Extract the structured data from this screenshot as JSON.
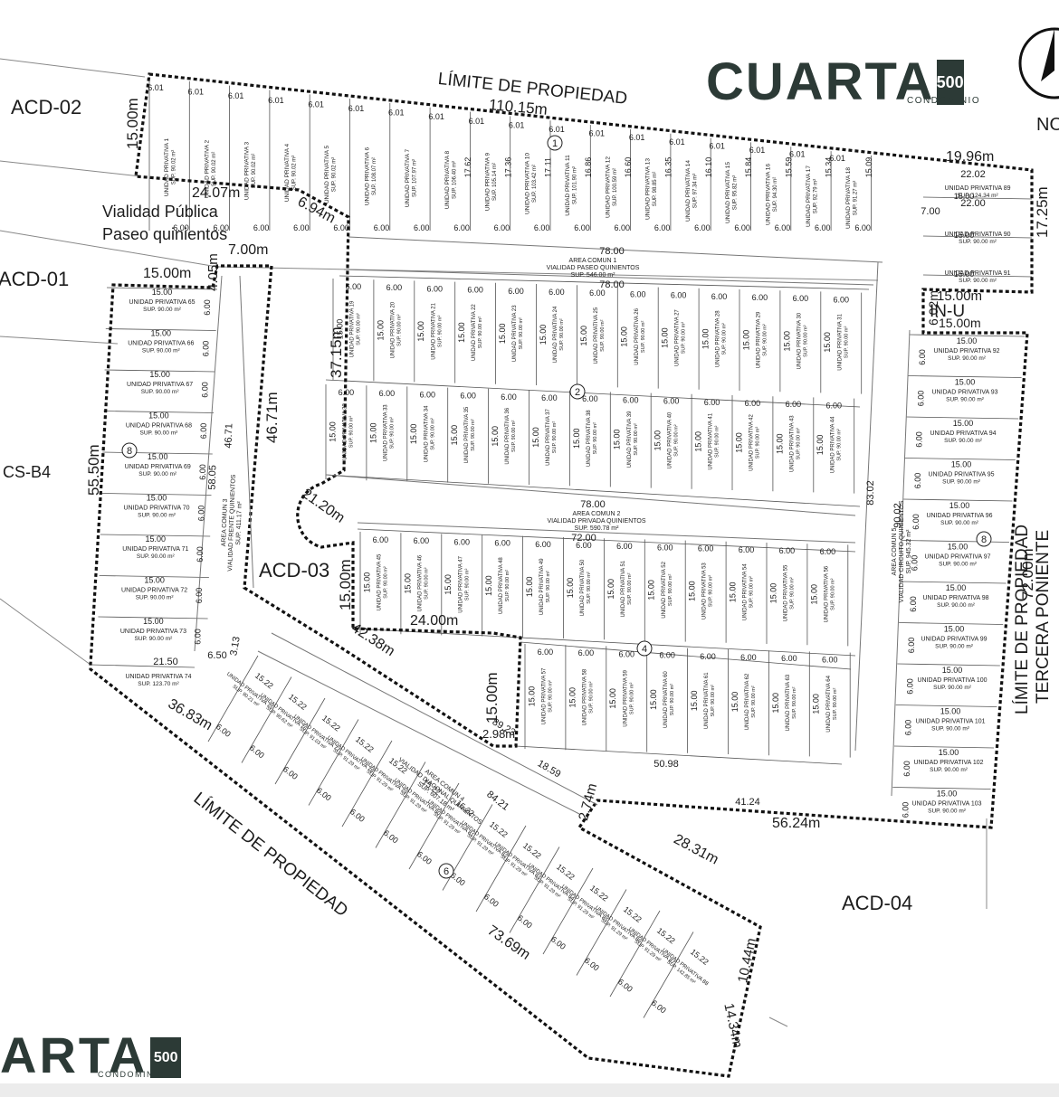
{
  "brand": {
    "name_main": "CUARTA",
    "name_partial": "ARTA",
    "number": "500",
    "tagline": "CONDOMINIO",
    "north_label": "NO"
  },
  "labels": {
    "boundary_top": "LÍMITE DE PROPIEDAD",
    "boundary_bottom": "LÍMITE DE PROPIEDAD",
    "boundary_right": "LÍMITE DE PROPIEDAD",
    "street_right": "TERCERA PONIENTE",
    "public_road_1": "Vialidad Pública",
    "public_road_2": "Paseo quinientos",
    "acd_02": "ACD-02",
    "acd_01": "ACD-01",
    "acd_03": "ACD-03",
    "acd_04": "ACD-04",
    "cs_b4": "CS-B4",
    "in_u": "IN-U"
  },
  "dimensions": {
    "top_length": "110.15m",
    "left_top": "15.00m",
    "top_notch_1": "24.07m",
    "top_notch_2": "6.94m",
    "road_width": "7.00m",
    "west_top": "15.00m",
    "west_notch": "4.05m",
    "west_side": "55.50m",
    "inner_west": "46.71m",
    "inner_curve_side": "37.15m",
    "curve": "21.20m",
    "acd03_side": "15.00m",
    "acd03_bottom": "24.00m",
    "diag": "42.38m",
    "acd03_lower": "15.00m",
    "small": "2.98m",
    "sw_side": "36.83m",
    "south_diag": "73.69m",
    "se_small": "2.74m",
    "se_diag": "28.31m",
    "east_bottom": "56.24m",
    "ne_top": "19.96m",
    "ne_side": "17.25m",
    "inu_width": "15.00m",
    "inu_height": "6.02m",
    "inu_bottom": "15.00m",
    "east_side": "72.00m",
    "tip_a": "10.44m",
    "tip_b": "14.34m"
  },
  "common_areas": [
    {
      "title": "AREA COMUN 1",
      "desc": "VIALIDAD PASEO QUINIENTOS",
      "sup": "SUP. 546.00 m²"
    },
    {
      "title": "AREA COMUN 2",
      "desc": "VIALIDAD PRIVADA QUINIENTOS",
      "sup": "SUP. 590.78 m²"
    },
    {
      "title": "AREA COMUN 3",
      "desc": "VIALIDAD FRENTE QUINIENTOS",
      "sup": "SUP. 411.17 m²"
    },
    {
      "title": "AREA COMUN 4",
      "desc": "VIALIDAD DIAGONAL QUINIENTOS",
      "sup": "SUP. 607.18 m²"
    },
    {
      "title": "AREA COMUN 5",
      "desc": "VIALIDAD CIRCUITO QUINIENTOS",
      "sup": "SUP. 945.32 m²"
    }
  ],
  "road_measures": {
    "r1_a": "78.00",
    "r1_b": "78.00",
    "r2_a": "78.00",
    "r2_b": "72.00",
    "r3_len": "58.05",
    "r3_len2": "46.71",
    "r5_a": "90.02",
    "r5_b": "83.02",
    "r4_a": "89.23",
    "r4_b": "84.21",
    "r4_c": "18.59",
    "bottom_mid": "50.98",
    "east_low": "41.24",
    "left_bottom": "21.50",
    "small_a": "6.50",
    "small_b": "3.13",
    "ne_a": "22.02",
    "ne_b": "22.00",
    "ne_c": "7.00"
  },
  "circle_tags": [
    "1",
    "2",
    "4",
    "6",
    "8",
    "8"
  ],
  "units_top": [
    {
      "label": "UNIDAD PRIVATIVA 1",
      "sup": "SUP. 90.02 m²"
    },
    {
      "label": "UNIDAD PRIVATIVA 2",
      "sup": "SUP. 90.02 m²"
    },
    {
      "label": "UNIDAD PRIVATIVA 3",
      "sup": "SUP. 90.02 m²"
    },
    {
      "label": "UNIDAD PRIVATIVA 4",
      "sup": "SUP. 90.02 m²"
    },
    {
      "label": "UNIDAD PRIVATIVA 5",
      "sup": "SUP. 90.02 m²"
    },
    {
      "label": "UNIDAD PRIVATIVA 6",
      "sup": "SUP. 108.07 m²"
    },
    {
      "label": "UNIDAD PRIVATIVA 7",
      "sup": "SUP. 107.97 m²"
    },
    {
      "label": "UNIDAD PRIVATIVA 8",
      "sup": "SUP. 106.40 m²"
    },
    {
      "label": "UNIDAD PRIVATIVA 9",
      "sup": "SUP. 105.14 m²"
    },
    {
      "label": "UNIDAD PRIVATIVA 10",
      "sup": "SUP. 103.42 m²"
    },
    {
      "label": "UNIDAD PRIVATIVA 11",
      "sup": "SUP. 101.90 m²"
    },
    {
      "label": "UNIDAD PRIVATIVA 12",
      "sup": "SUP. 100.59 m²"
    },
    {
      "label": "UNIDAD PRIVATIVA 13",
      "sup": "SUP. 98.85 m²"
    },
    {
      "label": "UNIDAD PRIVATIVA 14",
      "sup": "SUP. 97.34 m²"
    },
    {
      "label": "UNIDAD PRIVATIVA 15",
      "sup": "SUP. 95.82 m²"
    },
    {
      "label": "UNIDAD PRIVATIVA 16",
      "sup": "SUP. 94.30 m²"
    },
    {
      "label": "UNIDAD PRIVATIVA 17",
      "sup": "SUP. 92.79 m²"
    },
    {
      "label": "UNIDAD PRIVATIVA 18",
      "sup": "SUP. 91.27 m²"
    }
  ],
  "units_row2": [
    "UNIDAD PRIVATIVA 19",
    "UNIDAD PRIVATIVA 20",
    "UNIDAD PRIVATIVA 21",
    "UNIDAD PRIVATIVA 22",
    "UNIDAD PRIVATIVA 23",
    "UNIDAD PRIVATIVA 24",
    "UNIDAD PRIVATIVA 25",
    "UNIDAD PRIVATIVA 26",
    "UNIDAD PRIVATIVA 27",
    "UNIDAD PRIVATIVA 28",
    "UNIDAD PRIVATIVA 29",
    "UNIDAD PRIVATIVA 30",
    "UNIDAD PRIVATIVA 31"
  ],
  "units_row3": [
    "UNIDAD PRIVATIVA 32",
    "UNIDAD PRIVATIVA 33",
    "UNIDAD PRIVATIVA 34",
    "UNIDAD PRIVATIVA 35",
    "UNIDAD PRIVATIVA 36",
    "UNIDAD PRIVATIVA 37",
    "UNIDAD PRIVATIVA 38",
    "UNIDAD PRIVATIVA 39",
    "UNIDAD PRIVATIVA 40",
    "UNIDAD PRIVATIVA 41",
    "UNIDAD PRIVATIVA 42",
    "UNIDAD PRIVATIVA 43",
    "UNIDAD PRIVATIVA 44"
  ],
  "units_row4": [
    "UNIDAD PRIVATIVA 45",
    "UNIDAD PRIVATIVA 46",
    "UNIDAD PRIVATIVA 47",
    "UNIDAD PRIVATIVA 48",
    "UNIDAD PRIVATIVA 49",
    "UNIDAD PRIVATIVA 50",
    "UNIDAD PRIVATIVA 51",
    "UNIDAD PRIVATIVA 52",
    "UNIDAD PRIVATIVA 53",
    "UNIDAD PRIVATIVA 54",
    "UNIDAD PRIVATIVA 55",
    "UNIDAD PRIVATIVA 56"
  ],
  "units_row5": [
    "UNIDAD PRIVATIVA 57",
    "UNIDAD PRIVATIVA 58",
    "UNIDAD PRIVATIVA 59",
    "UNIDAD PRIVATIVA 60",
    "UNIDAD PRIVATIVA 61",
    "UNIDAD PRIVATIVA 62",
    "UNIDAD PRIVATIVA 63",
    "UNIDAD PRIVATIVA 64"
  ],
  "row_sup": "SUP. 90.00 m²",
  "units_west": [
    {
      "label": "UNIDAD PRIVATIVA 65",
      "sup": "SUP. 90.00 m²"
    },
    {
      "label": "UNIDAD PRIVATIVA 66",
      "sup": "SUP. 90.00 m²"
    },
    {
      "label": "UNIDAD PRIVATIVA 67",
      "sup": "SUP. 90.00 m²"
    },
    {
      "label": "UNIDAD PRIVATIVA 68",
      "sup": "SUP. 90.00 m²"
    },
    {
      "label": "UNIDAD PRIVATIVA 69",
      "sup": "SUP. 90.00 m²"
    },
    {
      "label": "UNIDAD PRIVATIVA 70",
      "sup": "SUP. 90.00 m²"
    },
    {
      "label": "UNIDAD PRIVATIVA 71",
      "sup": "SUP. 90.00 m²"
    },
    {
      "label": "UNIDAD PRIVATIVA 72",
      "sup": "SUP. 90.00 m²"
    },
    {
      "label": "UNIDAD PRIVATIVA 73",
      "sup": "SUP. 90.00 m²"
    }
  ],
  "unit_74": {
    "label": "UNIDAD PRIVATIVA 74",
    "sup": "SUP. 123.70 m²"
  },
  "units_diag": [
    {
      "label": "UNIDAD PRIVATIVA 75",
      "sup": "SUP. 90.21 m²"
    },
    {
      "label": "UNIDAD PRIVATIVA 76",
      "sup": "SUP. 90.62 m²"
    },
    {
      "label": "UNIDAD PRIVATIVA 77",
      "sup": "SUP. 91.03 m²"
    },
    {
      "label": "UNIDAD PRIVATIVA 78",
      "sup": "SUP. 91.29 m²"
    },
    {
      "label": "UNIDAD PRIVATIVA 79",
      "sup": "SUP. 91.29 m²"
    },
    {
      "label": "UNIDAD PRIVATIVA 80",
      "sup": "SUP. 91.29 m²"
    },
    {
      "label": "UNIDAD PRIVATIVA 81",
      "sup": "SUP. 91.29 m²"
    },
    {
      "label": "UNIDAD PRIVATIVA 82",
      "sup": "SUP. 91.29 m²"
    },
    {
      "label": "UNIDAD PRIVATIVA 83",
      "sup": "SUP. 91.29 m²"
    },
    {
      "label": "UNIDAD PRIVATIVA 84",
      "sup": "SUP. 91.29 m²"
    },
    {
      "label": "UNIDAD PRIVATIVA 85",
      "sup": "SUP. 91.29 m²"
    },
    {
      "label": "UNIDAD PRIVATIVA 86",
      "sup": "SUP. 91.29 m²"
    },
    {
      "label": "UNIDAD PRIVATIVA 87",
      "sup": "SUP. 91.29 m²"
    },
    {
      "label": "UNIDAD PRIVATIVA 88",
      "sup": "SUP. 142.85 m²"
    }
  ],
  "units_east": [
    {
      "label": "UNIDAD PRIVATIVA 89",
      "sup": "SUP. 124.34 m²"
    },
    {
      "label": "UNIDAD PRIVATIVA 90",
      "sup": "SUP. 90.00 m²"
    },
    {
      "label": "UNIDAD PRIVATIVA 91",
      "sup": "SUP. 90.00 m²"
    }
  ],
  "units_east_low": [
    {
      "label": "UNIDAD PRIVATIVA 92",
      "sup": "SUP. 90.00 m²"
    },
    {
      "label": "UNIDAD PRIVATIVA 93",
      "sup": "SUP. 90.00 m²"
    },
    {
      "label": "UNIDAD PRIVATIVA 94",
      "sup": "SUP. 90.00 m²"
    },
    {
      "label": "UNIDAD PRIVATIVA 95",
      "sup": "SUP. 90.00 m²"
    },
    {
      "label": "UNIDAD PRIVATIVA 96",
      "sup": "SUP. 90.00 m²"
    },
    {
      "label": "UNIDAD PRIVATIVA 97",
      "sup": "SUP. 90.00 m²"
    },
    {
      "label": "UNIDAD PRIVATIVA 98",
      "sup": "SUP. 90.00 m²"
    },
    {
      "label": "UNIDAD PRIVATIVA 99",
      "sup": "SUP. 90.00 m²"
    },
    {
      "label": "UNIDAD PRIVATIVA 100",
      "sup": "SUP. 90.00 m²"
    },
    {
      "label": "UNIDAD PRIVATIVA 101",
      "sup": "SUP. 90.00 m²"
    },
    {
      "label": "UNIDAD PRIVATIVA 102",
      "sup": "SUP. 90.00 m²"
    },
    {
      "label": "UNIDAD PRIVATIVA 103",
      "sup": "SUP. 90.00 m²"
    }
  ],
  "lot_dims": {
    "w": "6.00",
    "d": "15.00",
    "w2": "6.01",
    "d2": "15.22"
  },
  "top_depths": [
    "17.62",
    "17.36",
    "17.11",
    "16.86",
    "16.60",
    "16.35",
    "16.10",
    "15.84",
    "15.59",
    "15.34",
    "15.09"
  ],
  "colors": {
    "ink": "#1c1c1c",
    "brand": "#2c3a36",
    "line": "#666666"
  }
}
